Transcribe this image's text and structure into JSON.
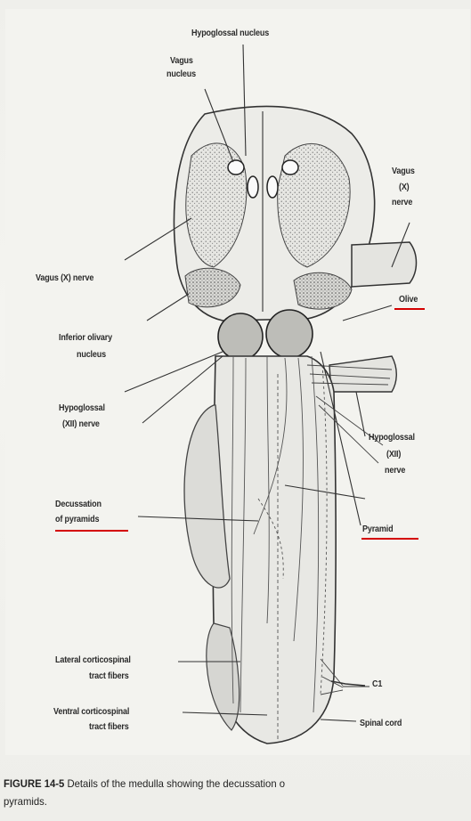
{
  "labels": {
    "hypoglossal_nucleus": "Hypoglossal nucleus",
    "vagus_nucleus_1": "Vagus",
    "vagus_nucleus_2": "nucleus",
    "vagus_nerve_right_1": "Vagus",
    "vagus_nerve_right_2": "(X)",
    "vagus_nerve_right_3": "nerve",
    "vagus_nerve_left": "Vagus (X) nerve",
    "olive": "Olive",
    "inferior_olivary_1": "Inferior olivary",
    "inferior_olivary_2": "nucleus",
    "hypoglossal_nerve_left_1": "Hypoglossal",
    "hypoglossal_nerve_left_2": "(XII) nerve",
    "hypoglossal_nerve_right_1": "Hypoglossal",
    "hypoglossal_nerve_right_2": "(XII)",
    "hypoglossal_nerve_right_3": "nerve",
    "decussation_1": "Decussation",
    "decussation_2": "of pyramids",
    "pyramid": "Pyramid",
    "lateral_cst_1": "Lateral corticospinal",
    "lateral_cst_2": "tract fibers",
    "ventral_cst_1": "Ventral corticospinal",
    "ventral_cst_2": "tract fibers",
    "c1": "C1",
    "spinal_cord": "Spinal cord"
  },
  "caption": {
    "figure_number": "FIGURE 14-5",
    "line1": "Details of the medulla showing the decussation o",
    "line2": "pyramids."
  },
  "highlight_color": "#d40000",
  "ink_color": "#2b2b2b"
}
